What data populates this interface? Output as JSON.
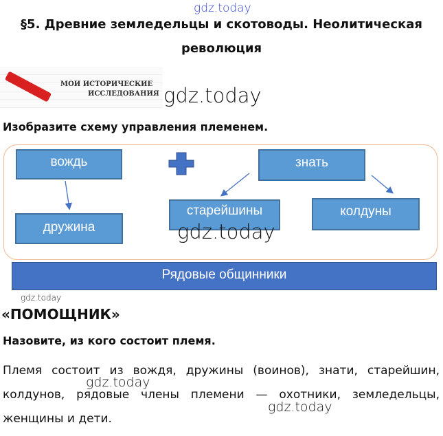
{
  "watermark": "gdz.today",
  "header": {
    "title_line1": "§5. Древние земледельцы и скотоводы. Неолитическая",
    "title_line2": "революция"
  },
  "banner": {
    "line1": "МОИ ИСТОРИЧЕСКИЕ",
    "line2": "ИССЛЕДОВАНИЯ"
  },
  "task1": {
    "prompt": "Изобразите схему управления племенем."
  },
  "diagram": {
    "leader": "вождь",
    "retinue": "дружина",
    "nobility": "знать",
    "elders": "старейшины",
    "sorcerers": "колдуны",
    "commoners": "Рядовые общинники"
  },
  "helper": {
    "heading": "«ПОМОЩНИК»",
    "question": "Назовите, из кого состоит племя.",
    "answer": "Племя состоит из вождя, дружины (воинов), знати, старейшин, колдунов, рядовые члены племени — охотники, земледельцы, женщины и дети."
  }
}
